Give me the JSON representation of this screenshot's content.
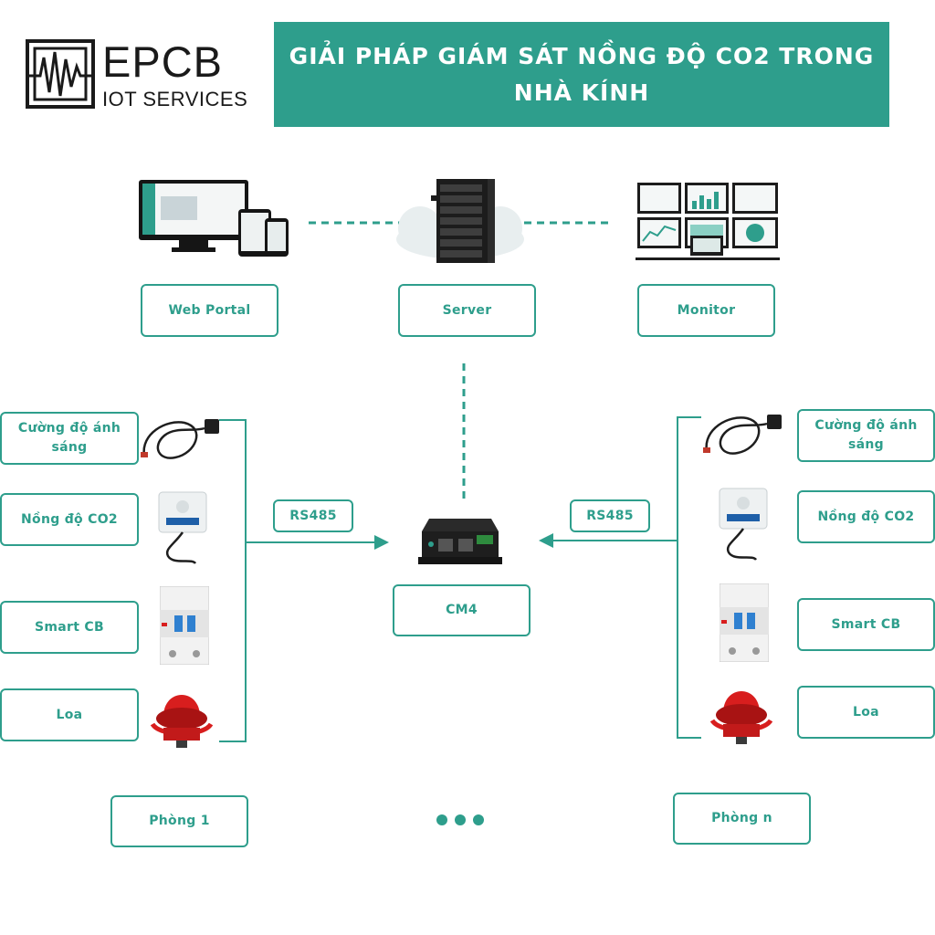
{
  "logo": {
    "brand": "EPCB",
    "tagline": "IOT SERVICES"
  },
  "title": {
    "line1": "GIẢI PHÁP GIÁM SÁT NỒNG ĐỘ CO2 TRONG",
    "line2": "NHÀ KÍNH"
  },
  "top_nodes": {
    "web_portal": "Web Portal",
    "server": "Server",
    "monitor": "Monitor"
  },
  "gateway": {
    "label": "CM4",
    "left_link": "RS485",
    "right_link": "RS485"
  },
  "room_left": {
    "name": "Phòng 1",
    "devices": {
      "light": "Cường độ ánh sáng",
      "co2": "Nồng độ CO2",
      "cb": "Smart CB",
      "speaker": "Loa"
    }
  },
  "room_right": {
    "name": "Phòng n",
    "devices": {
      "light": "Cường độ ánh sáng",
      "co2": "Nồng độ CO2",
      "cb": "Smart CB",
      "speaker": "Loa"
    }
  },
  "colors": {
    "accent": "#2e9e8c",
    "text_dark": "#1a1a1a",
    "alarm_red": "#d81e1e"
  }
}
